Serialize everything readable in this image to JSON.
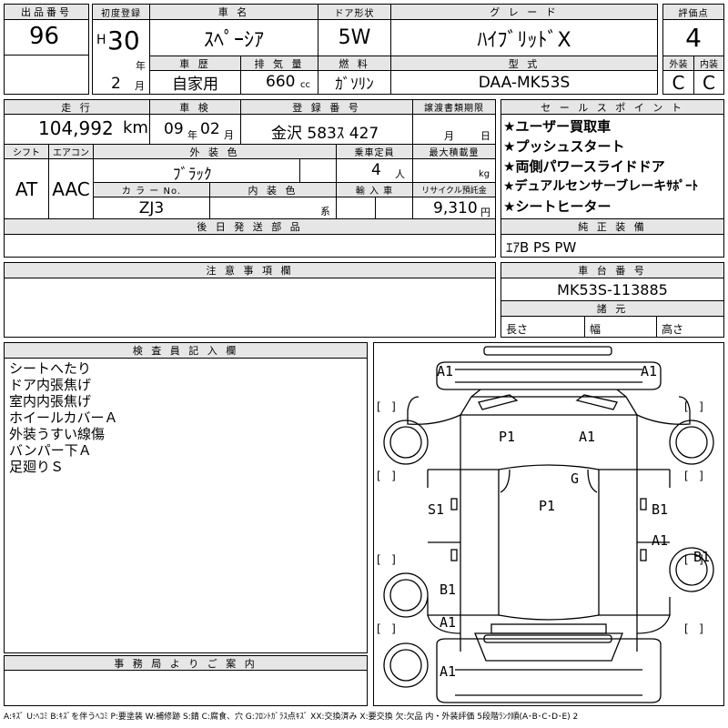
{
  "header": {
    "lot_no_label": "出品番号",
    "lot_no": "96",
    "first_reg_label": "初度登録",
    "era": "H",
    "year": "30",
    "year_unit": "年",
    "month": "2",
    "month_unit": "月",
    "car_name_label": "車 名",
    "car_name": "ｽﾍﾟｰｼｱ",
    "door_label": "ドア形状",
    "door": "5W",
    "grade_label": "グ レ ー ド",
    "grade": "ﾊｲﾌﾞﾘｯﾄﾞX",
    "score_label": "評価点",
    "score": "4",
    "history_label": "車 歴",
    "history": "自家用",
    "displacement_label": "排 気 量",
    "displacement": "660",
    "displacement_unit": "cc",
    "fuel_label": "燃 料",
    "fuel": "ｶﾞｿﾘﾝ",
    "model_label": "型 式",
    "model": "DAA-MK53S",
    "exterior_label": "外装",
    "exterior": "C",
    "interior_label": "内装",
    "interior": "C"
  },
  "row2": {
    "mileage_label": "走 行",
    "mileage": "104,992",
    "mileage_unit": "km",
    "inspection_label": "車 検",
    "insp_year": "09",
    "insp_year_unit": "年",
    "insp_month": "02",
    "insp_month_unit": "月",
    "reg_no_label": "登 録 番 号",
    "reg_no": "金沢 583ｽ 427",
    "transfer_label": "譲渡書類期限",
    "transfer_month_unit": "月",
    "transfer_day_unit": "日",
    "shift_label": "シフト",
    "shift": "AT",
    "ac_label": "エアコン",
    "ac": "AAC",
    "color_label": "外 装 色",
    "color": "ﾌﾞﾗｯｸ",
    "capacity_label": "乗車定員",
    "capacity": "4",
    "capacity_unit": "人",
    "load_label": "最大積載量",
    "load_unit": "kg",
    "color_no_label": "カ ラ ー No.",
    "color_no": "ZJ3",
    "int_color_label": "内 装 色",
    "int_color_unit": "系",
    "import_label": "輸 入 車",
    "recycle_label": "リサイクル預託金",
    "recycle": "9,310",
    "recycle_unit": "円"
  },
  "sales_points": {
    "label": "セ ー ル ス ポ イ ン ト",
    "items": [
      "★ユーザー買取車",
      "★プッシュスタート",
      "★両側パワースライドドア",
      "★デュアルセンサーブレーキｻﾎﾟｰﾄ",
      "★シートヒーター"
    ]
  },
  "later_parts_label": "後 日 発 送 部 品",
  "genuine_label": "純 正 装 備",
  "genuine": "ｴｱB PS PW",
  "notes_label": "注 意 事 項 欄",
  "chassis_label": "車 台 番 号",
  "chassis": "MK53S-113885",
  "dims_label": "諸 元",
  "dims": {
    "length": "長さ",
    "width": "幅",
    "height": "高さ"
  },
  "inspector": {
    "label": "検 査 員 記 入 欄",
    "lines": [
      "シートへたり",
      "ドア内張焦げ",
      "室内内張焦げ",
      "ホイールカバーＡ",
      "外装うすい線傷",
      "バンパー下Ａ",
      "足廻りＳ"
    ]
  },
  "office_label": "事 務 局 よ り ご 案 内",
  "diagram_labels": [
    "A1",
    "A1",
    "P1",
    "A1",
    "G",
    "S1",
    "P1",
    "B1",
    "A1",
    "B1",
    "B1",
    "A1",
    "A1"
  ],
  "footer": "A:ｷｽﾞ U:ﾍｺﾐ B:ｷｽﾞを伴うﾍｺﾐ P:要塗装 W:補修跡 S:錆 C:腐食、穴 G:ﾌﾛﾝﾄｶﾞﾗｽ点ｷｽﾞ XX:交換済み X:要交換 欠:欠品 内・外装評価 5段階ﾗﾝｸ順(A･B･C･D･E) 2"
}
